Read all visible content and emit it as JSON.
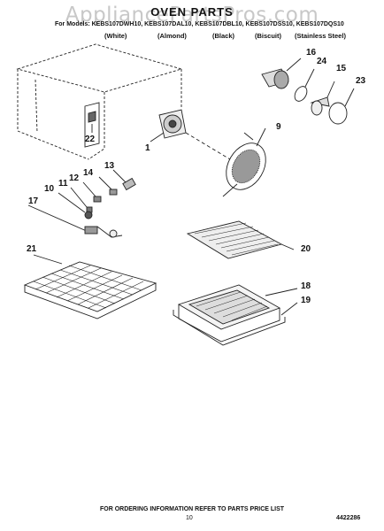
{
  "watermark": "AppliancePartsPros.com",
  "title": "OVEN PARTS",
  "models_line": "For Models: KEBS107DWH10, KEBS107DAL10, KEBS107DBL10, KEBS107DSS10, KEBS107DQS10",
  "colors": [
    "(White)",
    "(Almond)",
    "(Black)",
    "(Biscuit)",
    "(Stainless Steel)"
  ],
  "callouts": [
    "16",
    "24",
    "15",
    "23",
    "9",
    "1",
    "22",
    "13",
    "14",
    "12",
    "11",
    "10",
    "17",
    "21",
    "20",
    "18",
    "19"
  ],
  "footer": "FOR ORDERING INFORMATION REFER TO PARTS PRICE LIST",
  "page_number": "10",
  "doc_number": "4422286"
}
